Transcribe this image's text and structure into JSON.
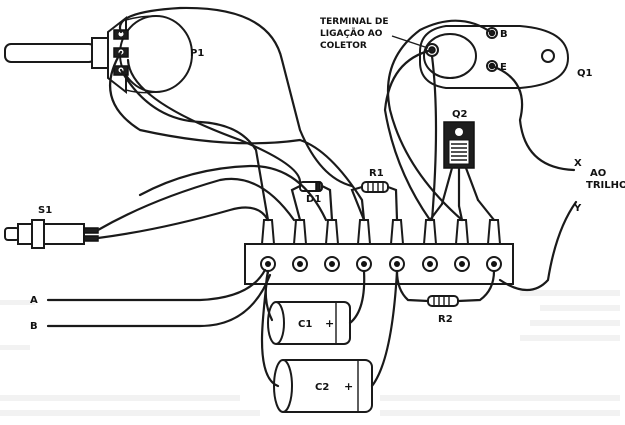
{
  "labels": {
    "p1": "P1",
    "q1": "Q1",
    "q2": "Q2",
    "b": "B",
    "e": "E",
    "terminal_line1": "TERMINAL DE",
    "terminal_line2": "LIGAÇÃO AO",
    "terminal_line3": "COLETOR",
    "x": "X",
    "y": "Y",
    "ao": "AO",
    "trilho": "TRILHO",
    "s1": "S1",
    "r1": "R1",
    "r2": "R2",
    "d1": "D1",
    "a": "A",
    "b_wire": "B",
    "c1": "C1",
    "c2": "C2",
    "c1_plus": "+",
    "c2_plus": "+"
  },
  "colors": {
    "ink": "#1a1a1a",
    "paper": "#ffffff",
    "bleed_through": "#e9e9e9"
  }
}
